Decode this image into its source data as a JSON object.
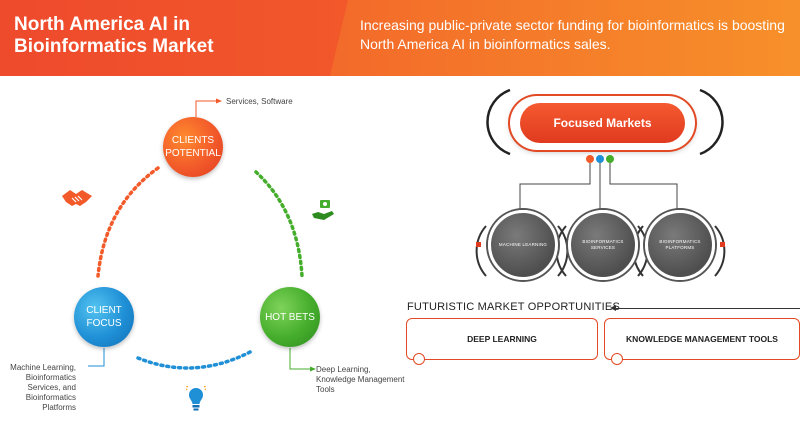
{
  "header": {
    "title": "North America AI in Bioinformatics Market",
    "subtitle": "Increasing public-private sector funding for bioinformatics is boosting North America AI in bioinformatics sales."
  },
  "cycle": {
    "clients_potential": {
      "label": "CLIENTS POTENTIAL",
      "detail": "Services, Software"
    },
    "client_focus": {
      "label": "CLIENT FOCUS",
      "detail": "Machine Learning, Bioinformatics Services, and Bioinformatics Platforms"
    },
    "hot_bets": {
      "label": "HOT BETS",
      "detail": "Deep Learning, Knowledge Management Tools"
    }
  },
  "focused_markets": {
    "title": "Focused Markets",
    "items": [
      "MACHINE LEARNING",
      "BIOINFORMATICS SERVICES",
      "BIOINFORMATICS PLATFORMS"
    ]
  },
  "futuristic": {
    "title": "FUTURISTIC MARKET OPPORTUNITIES",
    "items": [
      "DEEP LEARNING",
      "KNOWLEDGE MANAGEMENT TOOLS"
    ]
  },
  "colors": {
    "orange": "#f25a2a",
    "blue": "#1f8fd6",
    "green": "#45ad2c",
    "grey": "#555555"
  },
  "icons": [
    "handshake-icon",
    "money-hand-icon",
    "lightbulb-icon"
  ]
}
